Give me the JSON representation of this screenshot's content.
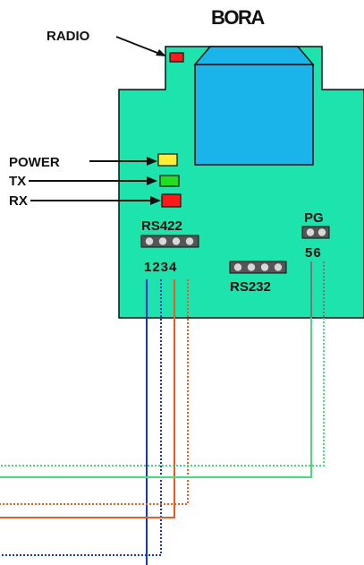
{
  "title": "BORA",
  "labels": {
    "radio": "RADIO",
    "power": "POWER",
    "tx": "TX",
    "rx": "RX",
    "rs422": "RS422",
    "rs422_pins": "1234",
    "rs232": "RS232",
    "pg": "PG",
    "pg_pins": "56"
  },
  "colors": {
    "board": "#1de3ad",
    "module": "#1bb4ea",
    "led_radio": "#ff1a1a",
    "led_power": "#ffee33",
    "led_tx": "#22dd22",
    "led_rx": "#ff1a1a",
    "wire_blue": "#1133dd",
    "wire_orange": "#ee5a20",
    "wire_green": "#44dd77",
    "wire_gray": "#777777"
  }
}
